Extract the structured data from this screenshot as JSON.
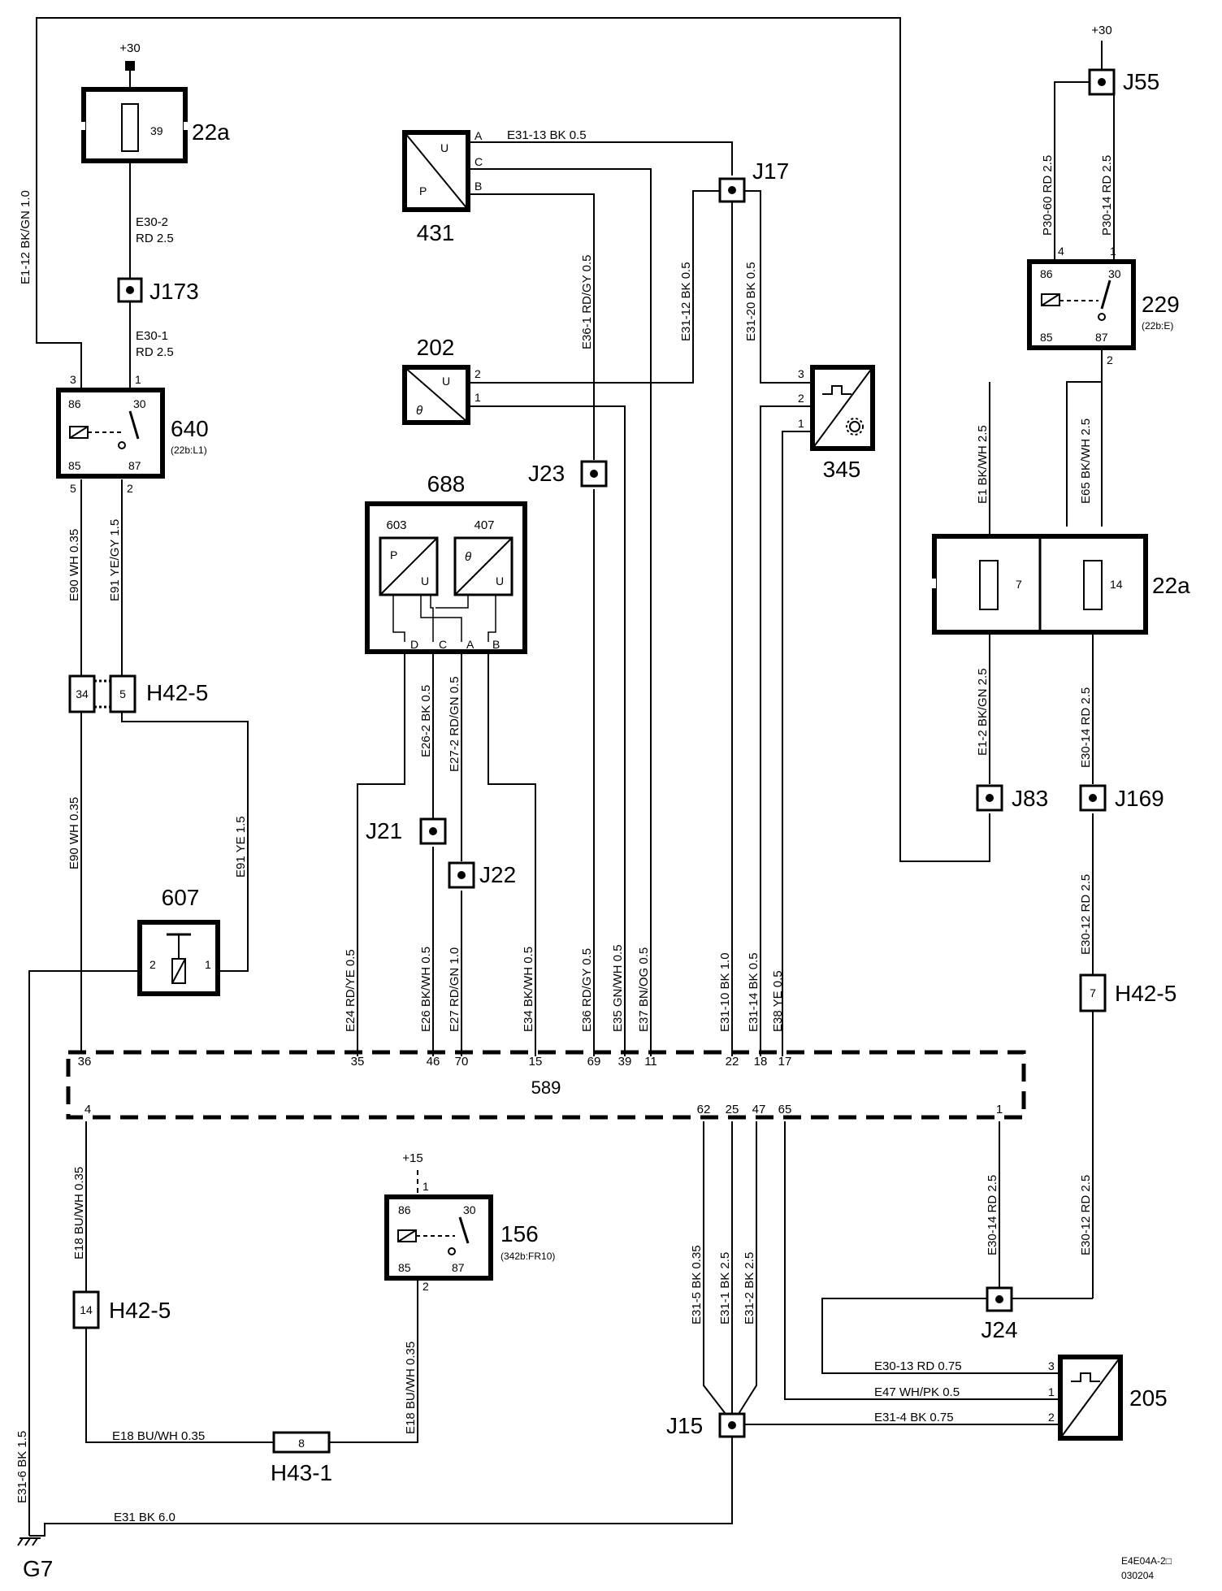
{
  "drawing_code": "E4E04A-2□",
  "drawing_date": "030204",
  "components": {
    "fuse_box_left": {
      "id": "22a",
      "fuse": "39",
      "supply": "+30"
    },
    "fuse_box_right": {
      "id": "22a",
      "fuse_a": "7",
      "fuse_b": "14"
    },
    "relay_640": {
      "id": "640",
      "ref": "(22b:L1)",
      "p86": "86",
      "p30": "30",
      "p85": "85",
      "p87": "87",
      "n3": "3",
      "n1": "1",
      "n5": "5",
      "n2": "2"
    },
    "relay_229": {
      "id": "229",
      "ref": "(22b:E)",
      "p86": "86",
      "p30": "30",
      "p85": "85",
      "p87": "87",
      "n4": "4",
      "n1": "1",
      "n2": "2",
      "supply": "+30"
    },
    "relay_156": {
      "id": "156",
      "ref": "(342b:FR10)",
      "p86": "86",
      "p30": "30",
      "p85": "85",
      "p87": "87",
      "n1": "1",
      "n2": "2",
      "supply": "+15"
    },
    "sensor_431": {
      "id": "431",
      "u": "U",
      "p": "P",
      "pa": "A",
      "pc": "C",
      "pb": "B"
    },
    "sensor_202": {
      "id": "202",
      "u": "U",
      "theta": "θ",
      "p2": "2",
      "p1": "1"
    },
    "sensor_345": {
      "id": "345",
      "p3": "3",
      "p2": "2",
      "p1": "1"
    },
    "sensor_688": {
      "id": "688",
      "sub_a": "603",
      "sub_b": "407",
      "p": "P",
      "u": "U",
      "theta": "θ",
      "pd": "D",
      "pc": "C",
      "pa": "A",
      "pb": "B"
    },
    "switch_607": {
      "id": "607",
      "p2": "2",
      "p1": "1"
    },
    "sensor_205": {
      "id": "205",
      "p3": "3",
      "p1": "1",
      "p2": "2"
    },
    "ecu_589": {
      "id": "589"
    },
    "ground": {
      "id": "G7"
    }
  },
  "connectors": {
    "j173": "J173",
    "j17": "J17",
    "j23": "J23",
    "j21": "J21",
    "j22": "J22",
    "j55": "J55",
    "j83": "J83",
    "j169": "J169",
    "j24": "J24",
    "j15": "J15",
    "h42_top": {
      "label": "H42-5",
      "pin_a": "34",
      "pin_b": "5"
    },
    "h42_right": {
      "label": "H42-5",
      "pin": "7"
    },
    "h42_bottom": {
      "label": "H42-5",
      "pin": "14"
    },
    "h43": {
      "label": "H43-1",
      "pin": "8"
    }
  },
  "ecu_pins_top": [
    "36",
    "35",
    "46",
    "70",
    "15",
    "69",
    "39",
    "11",
    "22",
    "18",
    "17"
  ],
  "ecu_pins_bottom": [
    "4",
    "62",
    "25",
    "47",
    "65",
    "1"
  ],
  "wires": {
    "e30_2": "E30-2\nRD   2.5",
    "e30_2a": "E30-2",
    "e30_2b": "RD   2.5",
    "e30_1a": "E30-1",
    "e30_1b": "RD   2.5",
    "e1_12": "E1-12  BK/GN  1.0",
    "e90_top": "E90  WH  0.35",
    "e91_top": "E91   YE/GY  1.5",
    "e90_mid": "E90   WH  0.35",
    "e91_mid": "E91   YE  1.5",
    "e31_13": "E31-13   BK   0.5",
    "e36_1": "E36-1  RD/GY  0.5",
    "e31_12": "E31-12  BK  0.5",
    "e31_20": "E31-20  BK  0.5",
    "e26_2": "E26-2  BK  0.5",
    "e27_2": "E27-2  RD/GN  0.5",
    "e24": "E24   RD/YE  0.5",
    "e26": "E26  BK/WH  0.5",
    "e27": "E27  RD/GN  1.0",
    "e34": "E34  BK/WH  0.5",
    "e36": "E36  RD/GY  0.5",
    "e35": "E35   GN/WH  0.5",
    "e37": "E37   BN/OG  0.5",
    "e31_10": "E31-10  BK  1.0",
    "e31_14": "E31-14  BK  0.5",
    "e38": "E38   YE  0.5",
    "p30_60": "P30-60  RD  2.5",
    "p30_14": "P30-14  RD  2.5",
    "e1_bkwh": "E1   BK/WH   2.5",
    "e65": "E65   BK/WH   2.5",
    "e1_2": "E1-2  BK/GN  2.5",
    "e30_14_up": "E30-14  RD  2.5",
    "e30_12_up": "E30-12   RD   2.5",
    "e18_left": "E18  BU/WH  0.35",
    "e18_relay": "E18   BU/WH   0.35",
    "e18_bottom": "E18   BU/WH   0.35",
    "e31_5": "E31-5  BK  0.35",
    "e31_1": "E31-1  BK  2.5",
    "e31_2": "E31-2  BK  2.5",
    "e30_14_low": "E30-14  RD  2.5",
    "e30_12_low": "E30-12   RD   2.5",
    "e30_13": "E30-13   RD   0.75",
    "e47": "E47   WH/PK   0.5",
    "e31_4": "E31-4   BK   0.75",
    "e31_6": "E31-6   BK   1.5",
    "e31_gnd": "E31    BK    6.0"
  }
}
